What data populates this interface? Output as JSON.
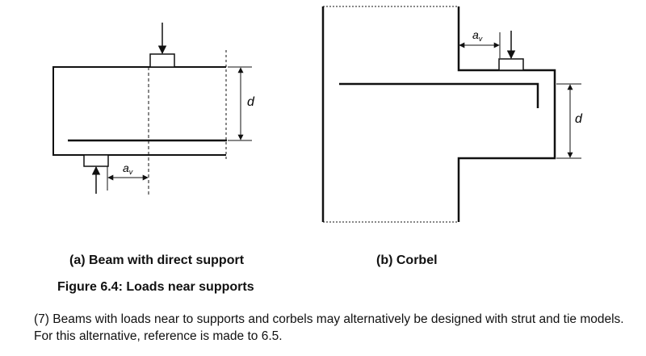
{
  "figure": {
    "caption_a": "(a)  Beam with direct support",
    "caption_b": "(b)  Corbel",
    "title": "Figure 6.4:  Loads near supports",
    "labels": {
      "d_left": "d",
      "av_left": "a",
      "av_sub": "v",
      "d_right": "d",
      "av_right": "a"
    }
  },
  "paragraph": {
    "text": "(7)  Beams with loads near to supports and corbels may alternatively be designed with strut and tie models. For this alternative, reference is made to 6.5."
  }
}
